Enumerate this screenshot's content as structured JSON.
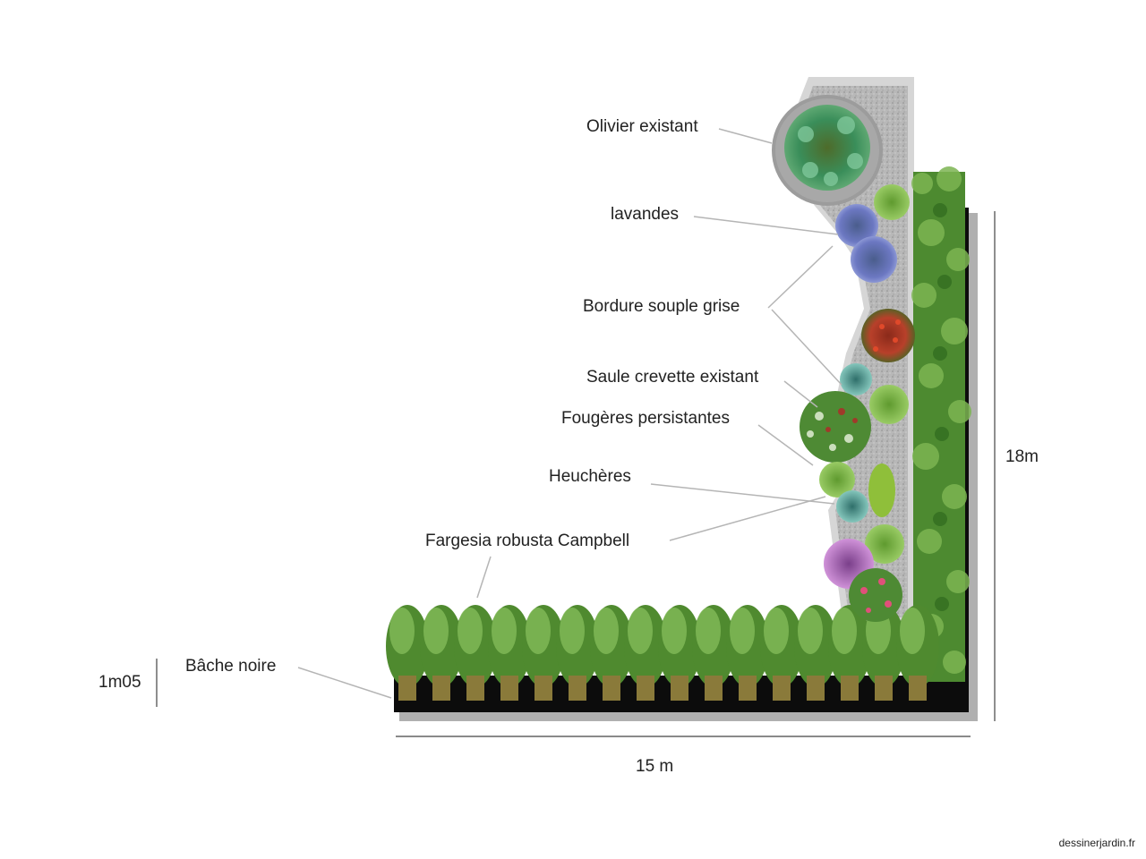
{
  "labels": {
    "olivier": "Olivier existant",
    "lavandes": "lavandes",
    "bordure": "Bordure souple grise",
    "saule": "Saule crevette existant",
    "fougeres": "Fougères persistantes",
    "heucheres": "Heuchères",
    "fargesia": "Fargesia robusta Campbell",
    "bache": "Bâche noire"
  },
  "dimensions": {
    "width": "15 m",
    "length": "18m",
    "depth": "1m05"
  },
  "credit": "dessinerjardin.fr",
  "colors": {
    "gravel": "#b9b9b9",
    "border": "#d6d6d6",
    "tarp": "#0c0c0c",
    "tarp_shadow": "#b0b0b0",
    "bamboo": "#4f8a2f",
    "leader": "#b5b5b5"
  }
}
